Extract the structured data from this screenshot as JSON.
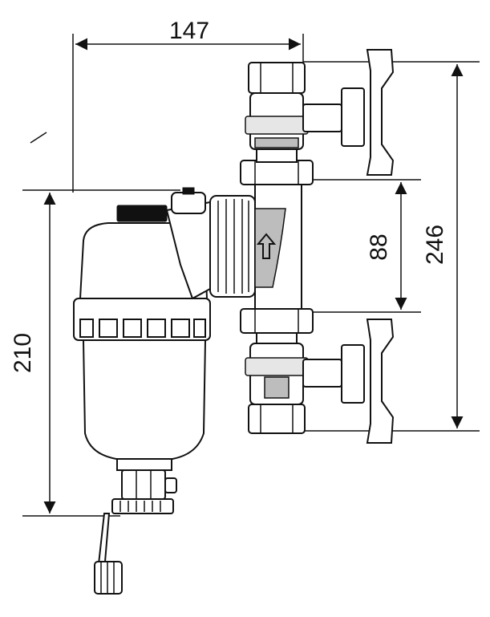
{
  "dimensions": {
    "width_top": "147",
    "height_left": "210",
    "height_right_outer": "246",
    "height_right_inner": "88"
  },
  "body_text": {
    "flow_arrow_label": ""
  }
}
